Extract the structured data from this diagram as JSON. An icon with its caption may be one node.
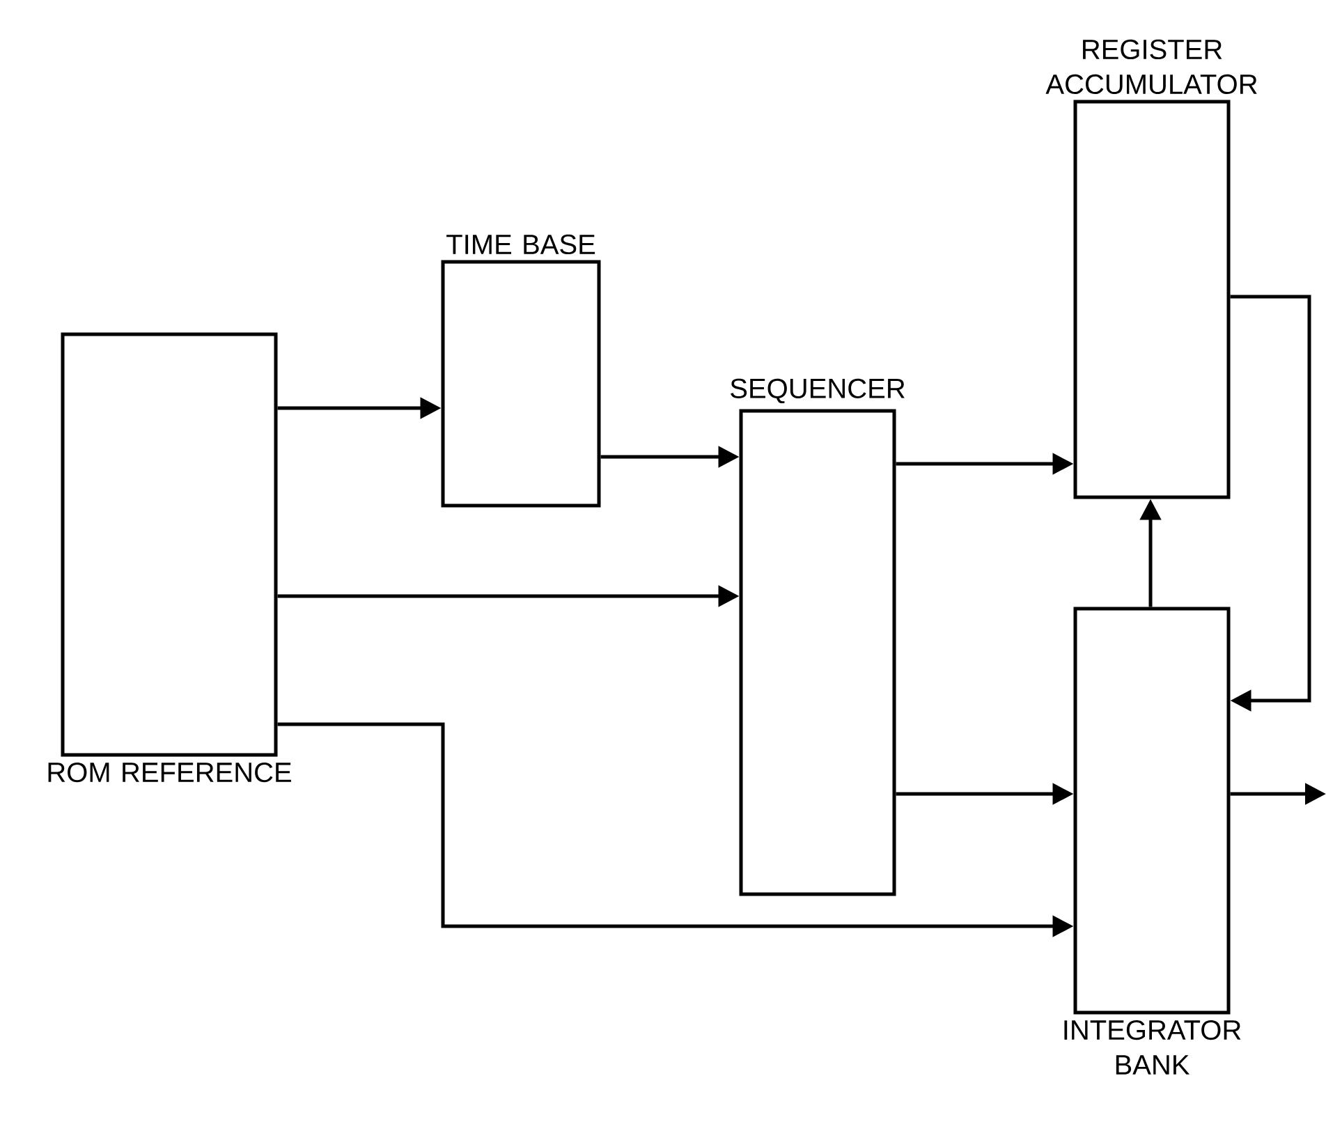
{
  "diagram": {
    "nodes": [
      {
        "text": [
          "ROM REFERENCE"
        ]
      },
      {
        "text": [
          "TIME BASE"
        ]
      },
      {
        "text": [
          "SEQUENCER"
        ]
      },
      {
        "text": [
          "REGISTER ACCUMULATOR"
        ]
      },
      {
        "text": [
          "INTEGRATOR BANK"
        ]
      }
    ],
    "edges": [
      {
        "from": 0,
        "to": 1,
        "arrow": "to"
      },
      {
        "from": 1,
        "to": 2,
        "arrow": "to"
      },
      {
        "from": 0,
        "to": 2,
        "arrow": "to"
      },
      {
        "from": 2,
        "to": 3,
        "arrow": "to"
      },
      {
        "from": 2,
        "to": 4,
        "arrow": "to"
      },
      {
        "from": 0,
        "to": 4,
        "arrow": "to"
      },
      {
        "from": 4,
        "to": 3,
        "arrow": "to"
      },
      {
        "from": 3,
        "to": 4,
        "arrow": "to"
      },
      {
        "from": 4,
        "to": null,
        "arrow": "to"
      }
    ]
  }
}
